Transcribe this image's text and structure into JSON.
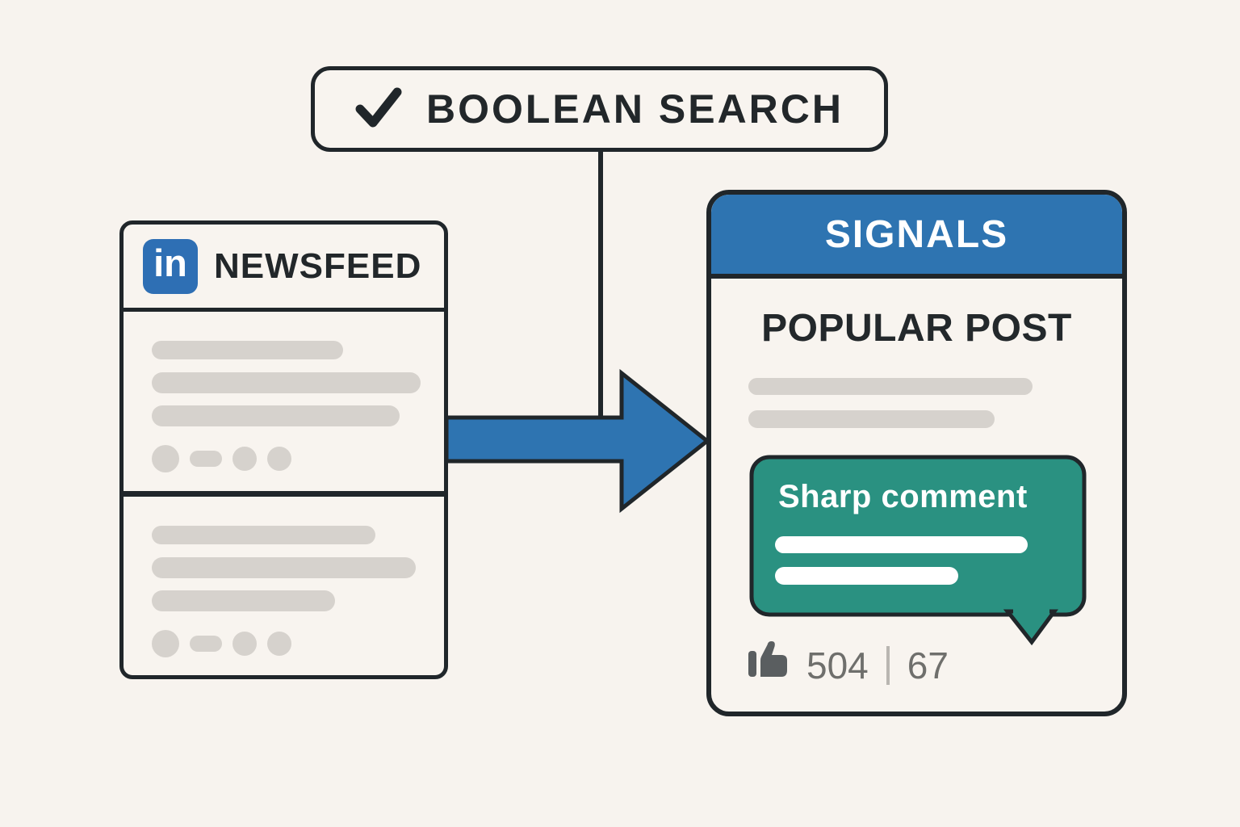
{
  "colors": {
    "background": "#f7f3ee",
    "outline": "#20262a",
    "accent_blue": "#2e74b1",
    "linkedin_blue": "#2e6fb4",
    "comment_teal": "#2a9181",
    "placeholder_gray": "#d6d2cd",
    "engagement_gray": "#6f6f6c"
  },
  "icons": {
    "check": "check-icon",
    "thumbs_up": "thumbs-up-icon",
    "linkedin": "linkedin-logo"
  },
  "boolean_box": {
    "label": "BOOLEAN SEARCH"
  },
  "newsfeed_card": {
    "logo_text": "in",
    "title": "NEWSFEED"
  },
  "signals_card": {
    "header_label": "SIGNALS",
    "post_title": "POPULAR POST",
    "comment_label": "Sharp comment",
    "engagement": {
      "likes": "504",
      "separator": "|",
      "comments": "67"
    }
  }
}
